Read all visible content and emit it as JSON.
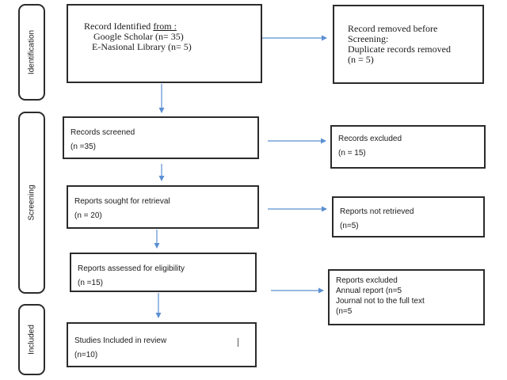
{
  "phases": {
    "identification": "Identification",
    "screening": "Screening",
    "included": "Included"
  },
  "identification": {
    "records_title_prefix": "Record Identified ",
    "records_title_from": "from :",
    "records_source_1": "Google Scholar (n= 35)",
    "records_source_2": "E-Nasional Library (n= 5)",
    "removed_line_1": "Record removed before",
    "removed_line_2": "Screening:",
    "removed_line_3": "Duplicate records removed",
    "removed_line_4": "(n = 5)"
  },
  "screening": {
    "screened_label": "Records screened",
    "screened_count": "(n =35)",
    "excluded_label": "Records excluded",
    "excluded_count": "(n = 15)",
    "sought_label": "Reports sought for retrieval",
    "sought_count": "(n = 20)",
    "not_retrieved_label": "Reports not retrieved",
    "not_retrieved_count": "(n=5)",
    "assessed_label": "Reports assessed for eligibility",
    "assessed_count": "(n =15)",
    "reports_excluded_label": "Reports excluded",
    "reports_excluded_reason_1": "Annual report (n=5",
    "reports_excluded_reason_2": "Journal not to the full text",
    "reports_excluded_reason_3": "(n=5"
  },
  "included": {
    "studies_label": "Studies Included in review",
    "studies_count": "(n=10)"
  },
  "colors": {
    "arrow": "#5b8fd1",
    "border": "#2b2b2b"
  }
}
